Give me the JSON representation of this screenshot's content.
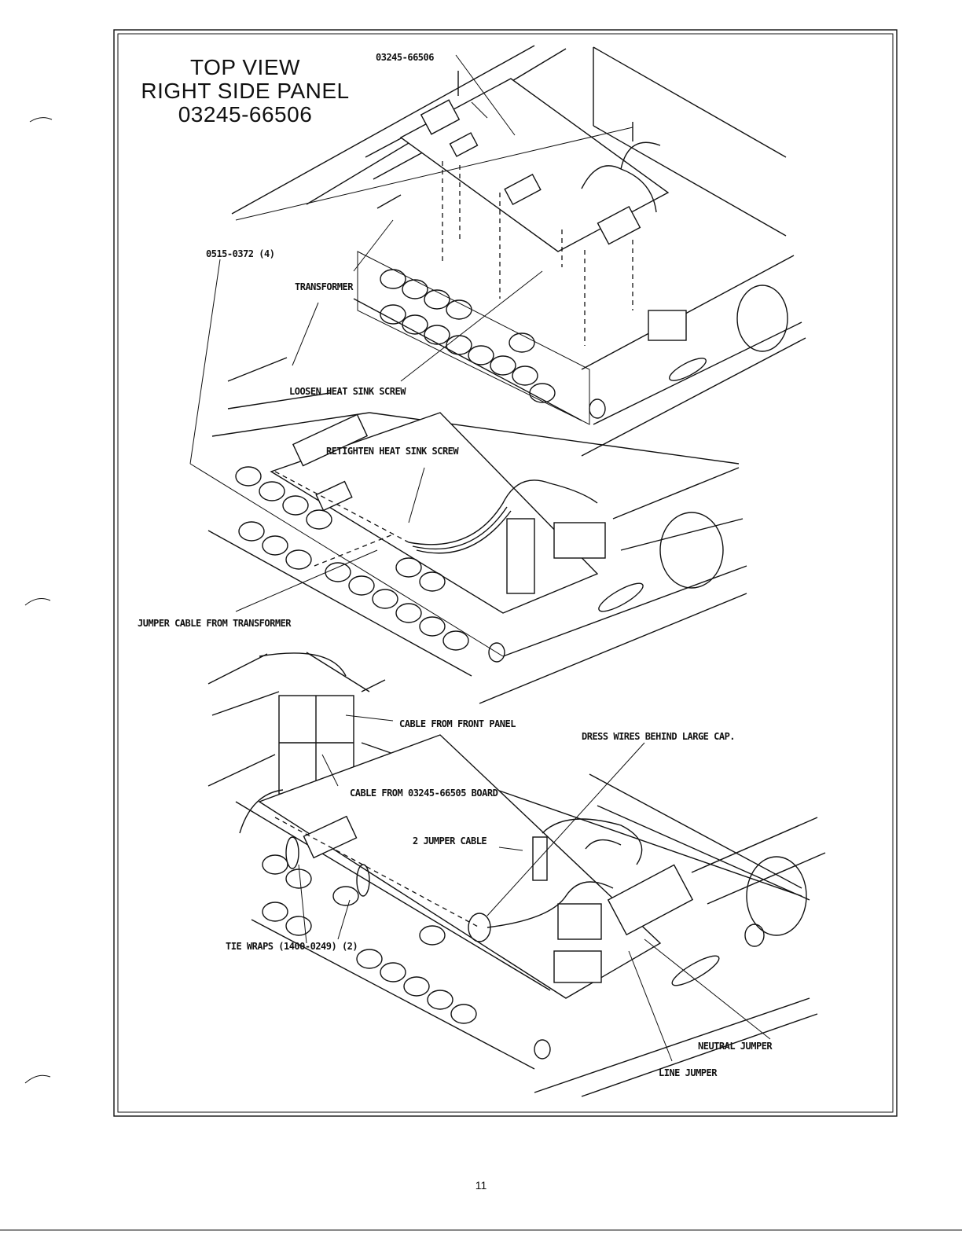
{
  "header": {
    "line1": "TOP VIEW",
    "line2": "RIGHT SIDE PANEL",
    "line3": "03245-66506"
  },
  "callouts": {
    "board_part": "03245-66506",
    "screw_part": "0515-0372 (4)",
    "transformer": "TRANSFORMER",
    "loosen": "LOOSEN HEAT SINK SCREW",
    "retighten": "RETIGHTEN HEAT SINK SCREW",
    "jumper_transformer": "JUMPER CABLE FROM TRANSFORMER",
    "cable_front": "CABLE FROM FRONT PANEL",
    "dress_wires": "DRESS WIRES BEHIND LARGE CAP.",
    "cable_board": "CABLE FROM 03245-66505 BOARD",
    "two_jumper": "2 JUMPER CABLE",
    "tie_wraps": "TIE WRAPS (1400-0249) (2)",
    "neutral": "NEUTRAL JUMPER",
    "line_jumper": "LINE JUMPER"
  },
  "page_number": "11"
}
